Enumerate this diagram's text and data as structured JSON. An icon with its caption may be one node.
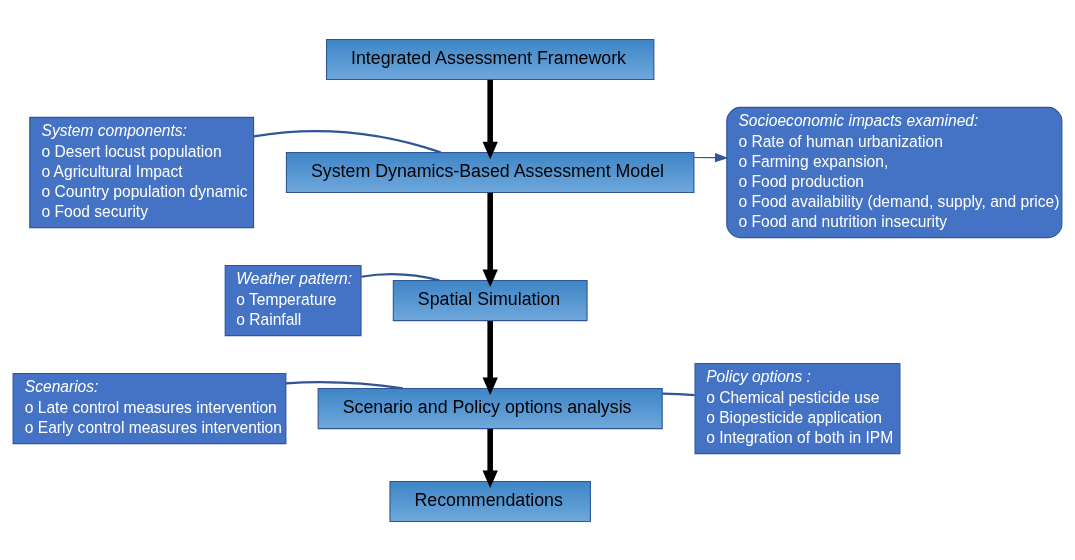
{
  "diagram": {
    "nodes": [
      {
        "text": [
          "Integrated Assessment Framework"
        ]
      },
      {
        "text": [
          "System components:",
          "o Desert locust population",
          "o Agricultural Impact",
          "o Country population dynamic",
          "o Food security"
        ]
      },
      {
        "text": [
          "System Dynamics-Based Assessment Model"
        ]
      },
      {
        "text": [
          "Socioeconomic impacts examined:",
          "o Rate of human urbanization",
          "o Farming expansion,",
          "o Food production",
          "o Food availability (demand, supply, and price)",
          "o Food and nutrition insecurity"
        ]
      },
      {
        "text": [
          "Weather pattern:",
          "o Temperature",
          "o Rainfall"
        ]
      },
      {
        "text": [
          "Spatial Simulation"
        ]
      },
      {
        "text": [
          "Scenarios:",
          "o Late control measures intervention",
          "o Early control measures intervention"
        ]
      },
      {
        "text": [
          "Scenario and Policy options analysis"
        ]
      },
      {
        "text": [
          "Policy options :",
          "o Chemical pesticide use",
          "o Biopesticide application",
          "o Integration of both in IPM"
        ]
      },
      {
        "text": [
          "Recommendations"
        ]
      }
    ],
    "edges": [
      {
        "from": 0,
        "to": 2,
        "arrow": "to",
        "style": "thick",
        "color": "#000000"
      },
      {
        "from": 2,
        "to": 5,
        "arrow": "to",
        "style": "thick",
        "color": "#000000"
      },
      {
        "from": 5,
        "to": 7,
        "arrow": "to",
        "style": "thick",
        "color": "#000000"
      },
      {
        "from": 7,
        "to": 9,
        "arrow": "to",
        "style": "thick",
        "color": "#000000"
      },
      {
        "from": 1,
        "to": 2,
        "arrow": "none"
      },
      {
        "from": 2,
        "to": 3,
        "arrow": "to",
        "color": "#2f5597"
      },
      {
        "from": 4,
        "to": 5,
        "arrow": "none"
      },
      {
        "from": 6,
        "to": 7,
        "arrow": "none"
      },
      {
        "from": 8,
        "to": 7,
        "arrow": "none"
      }
    ]
  }
}
